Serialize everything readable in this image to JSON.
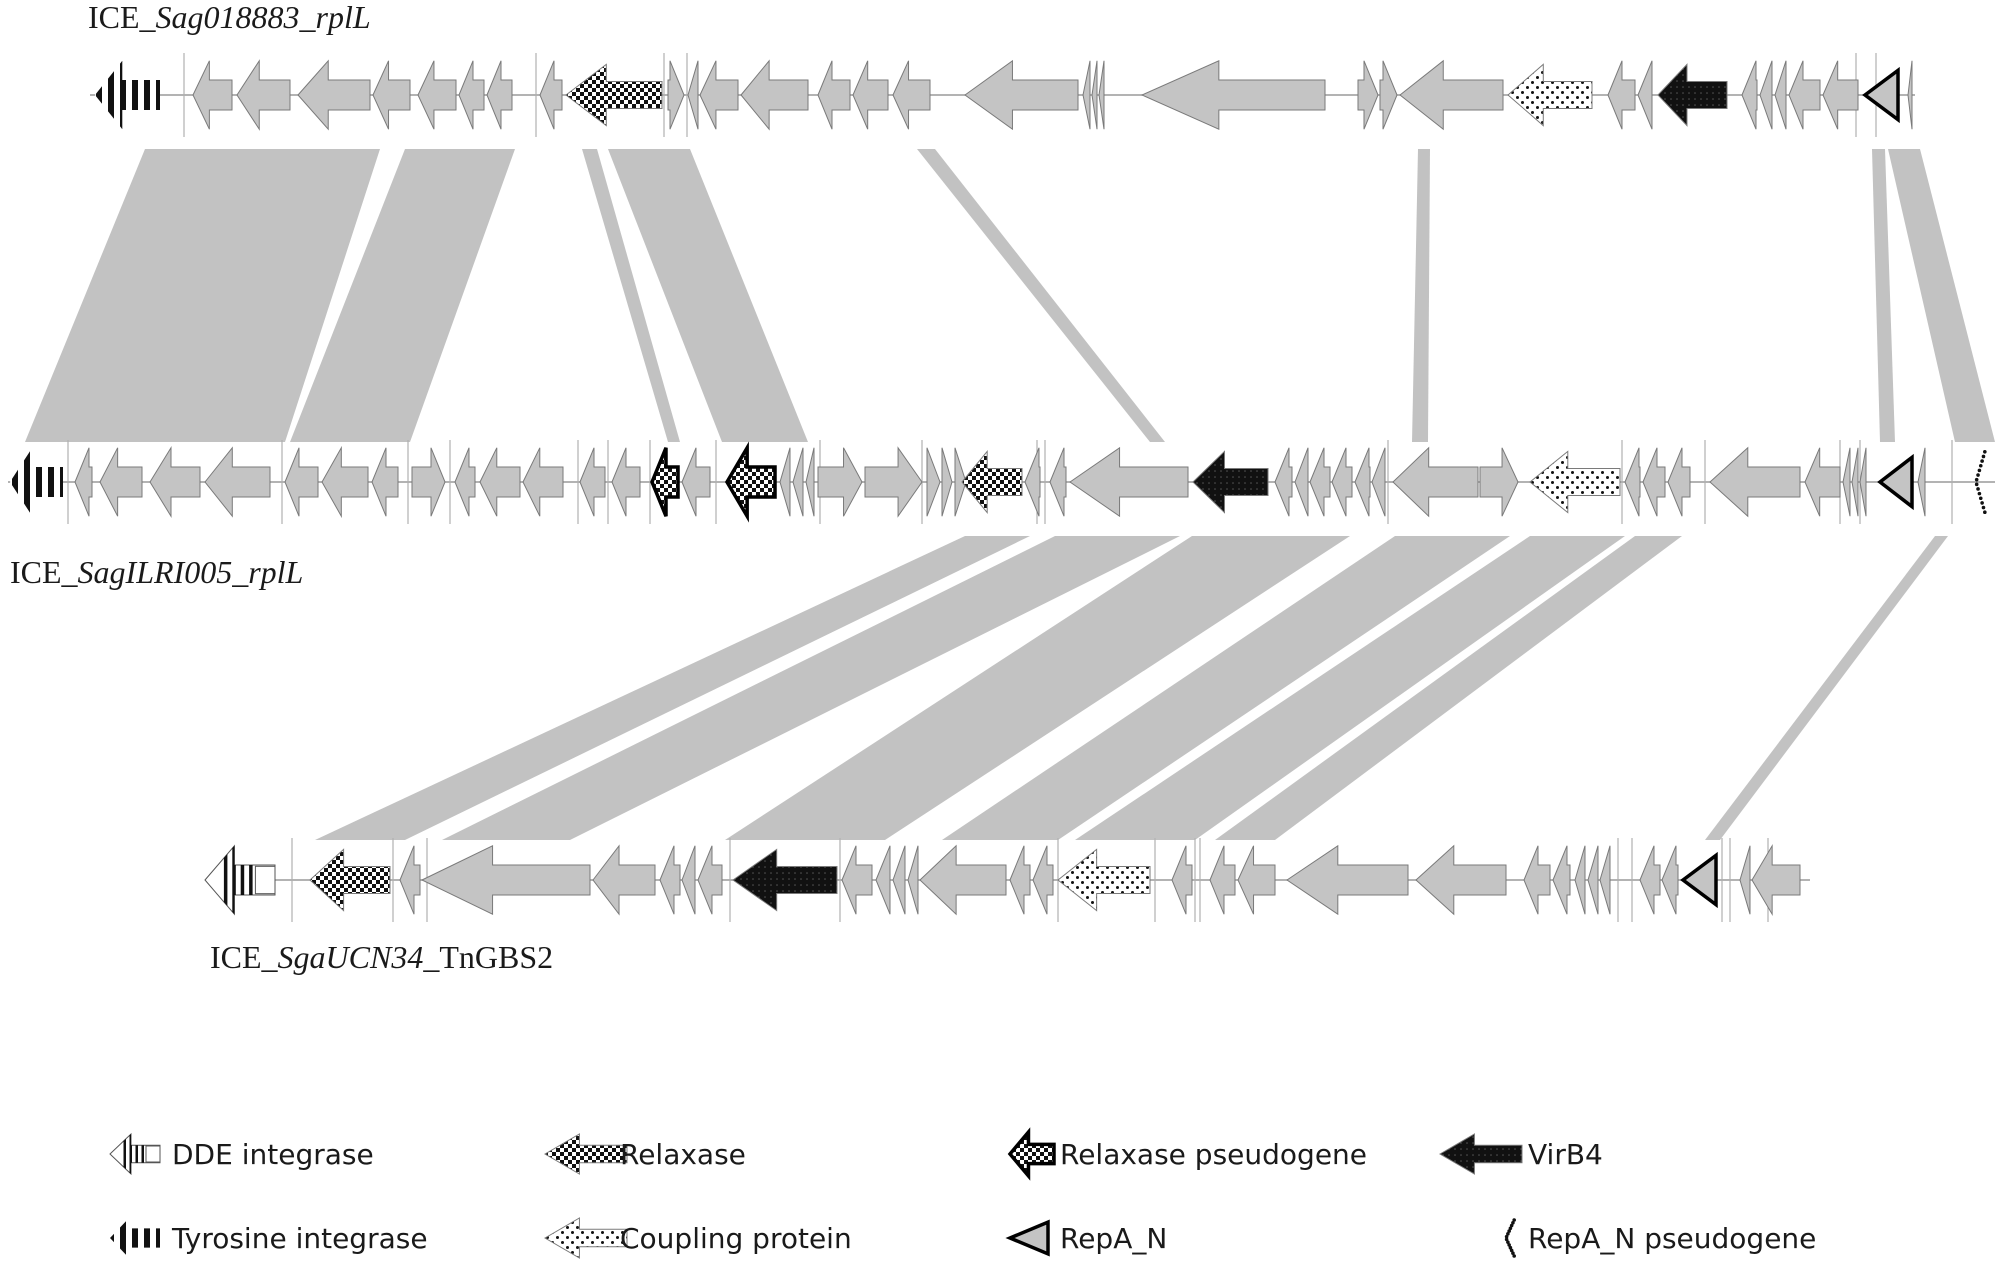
{
  "tracks": [
    {
      "id": "t1",
      "label_prefix": "ICE_",
      "label_italic": "Sag018883_rplL",
      "label_suffix": "",
      "genes": [
        {
          "t": "tyr",
          "s": 95,
          "e": 160,
          "d": -1
        },
        {
          "t": "grey",
          "s": 193,
          "e": 232,
          "d": -1
        },
        {
          "t": "grey",
          "s": 237,
          "e": 290,
          "d": -1
        },
        {
          "t": "grey",
          "s": 298,
          "e": 370,
          "d": -1
        },
        {
          "t": "grey",
          "s": 373,
          "e": 410,
          "d": -1
        },
        {
          "t": "grey",
          "s": 418,
          "e": 456,
          "d": -1
        },
        {
          "t": "grey",
          "s": 459,
          "e": 484,
          "d": -1
        },
        {
          "t": "grey",
          "s": 487,
          "e": 512,
          "d": -1
        },
        {
          "t": "grey",
          "s": 540,
          "e": 562,
          "d": -1
        },
        {
          "t": "relax",
          "s": 566,
          "e": 662,
          "d": -1
        },
        {
          "t": "grey",
          "s": 668,
          "e": 684,
          "d": 1
        },
        {
          "t": "grey",
          "s": 688,
          "e": 698,
          "d": -1
        },
        {
          "t": "grey",
          "s": 700,
          "e": 738,
          "d": -1
        },
        {
          "t": "grey",
          "s": 741,
          "e": 808,
          "d": -1
        },
        {
          "t": "grey",
          "s": 818,
          "e": 850,
          "d": -1
        },
        {
          "t": "grey",
          "s": 853,
          "e": 888,
          "d": -1
        },
        {
          "t": "grey",
          "s": 893,
          "e": 930,
          "d": -1
        },
        {
          "t": "grey",
          "s": 965,
          "e": 1078,
          "d": -1
        },
        {
          "t": "grey",
          "s": 1083,
          "e": 1090,
          "d": -1
        },
        {
          "t": "grey",
          "s": 1092,
          "e": 1097,
          "d": -1
        },
        {
          "t": "grey",
          "s": 1099,
          "e": 1104,
          "d": -1
        },
        {
          "t": "grey",
          "s": 1142,
          "e": 1325,
          "d": -1
        },
        {
          "t": "grey",
          "s": 1358,
          "e": 1378,
          "d": 1
        },
        {
          "t": "grey",
          "s": 1380,
          "e": 1397,
          "d": 1
        },
        {
          "t": "grey",
          "s": 1400,
          "e": 1503,
          "d": -1
        },
        {
          "t": "coupling",
          "s": 1508,
          "e": 1592,
          "d": -1
        },
        {
          "t": "grey",
          "s": 1608,
          "e": 1635,
          "d": -1
        },
        {
          "t": "grey",
          "s": 1638,
          "e": 1652,
          "d": -1
        },
        {
          "t": "virb4",
          "s": 1658,
          "e": 1727,
          "d": -1
        },
        {
          "t": "grey",
          "s": 1742,
          "e": 1757,
          "d": -1
        },
        {
          "t": "grey",
          "s": 1760,
          "e": 1772,
          "d": -1
        },
        {
          "t": "grey",
          "s": 1775,
          "e": 1786,
          "d": -1
        },
        {
          "t": "grey",
          "s": 1789,
          "e": 1820,
          "d": -1
        },
        {
          "t": "grey",
          "s": 1823,
          "e": 1858,
          "d": -1
        },
        {
          "t": "repa",
          "s": 1865,
          "e": 1898,
          "d": -1
        },
        {
          "t": "grey",
          "s": 1908,
          "e": 1912,
          "d": -1
        }
      ],
      "separators": [
        184,
        536,
        664,
        687,
        1856,
        1876
      ]
    },
    {
      "id": "t2",
      "label_prefix": "ICE_",
      "label_italic": "SagILRI005_rplL",
      "label_suffix": "",
      "genes": [
        {
          "t": "tyr",
          "s": 10,
          "e": 63,
          "d": -1
        },
        {
          "t": "grey",
          "s": 75,
          "e": 92,
          "d": -1
        },
        {
          "t": "grey",
          "s": 100,
          "e": 142,
          "d": -1
        },
        {
          "t": "grey",
          "s": 150,
          "e": 200,
          "d": -1
        },
        {
          "t": "grey",
          "s": 205,
          "e": 270,
          "d": -1
        },
        {
          "t": "grey",
          "s": 285,
          "e": 318,
          "d": -1
        },
        {
          "t": "grey",
          "s": 322,
          "e": 368,
          "d": -1
        },
        {
          "t": "grey",
          "s": 372,
          "e": 398,
          "d": -1
        },
        {
          "t": "grey",
          "s": 412,
          "e": 445,
          "d": 1
        },
        {
          "t": "grey",
          "s": 455,
          "e": 475,
          "d": -1
        },
        {
          "t": "grey",
          "s": 480,
          "e": 520,
          "d": -1
        },
        {
          "t": "grey",
          "s": 523,
          "e": 563,
          "d": -1
        },
        {
          "t": "grey",
          "s": 580,
          "e": 605,
          "d": -1
        },
        {
          "t": "grey",
          "s": 612,
          "e": 640,
          "d": -1
        },
        {
          "t": "relaxpseudo",
          "s": 652,
          "e": 678,
          "d": -1
        },
        {
          "t": "grey",
          "s": 682,
          "e": 710,
          "d": -1
        },
        {
          "t": "relaxpseudo",
          "s": 727,
          "e": 775,
          "d": -1
        },
        {
          "t": "grey",
          "s": 780,
          "e": 790,
          "d": -1
        },
        {
          "t": "grey",
          "s": 793,
          "e": 803,
          "d": -1
        },
        {
          "t": "grey",
          "s": 806,
          "e": 814,
          "d": -1
        },
        {
          "t": "grey",
          "s": 818,
          "e": 862,
          "d": 1
        },
        {
          "t": "grey",
          "s": 865,
          "e": 922,
          "d": 1
        },
        {
          "t": "grey",
          "s": 927,
          "e": 940,
          "d": 1
        },
        {
          "t": "grey",
          "s": 942,
          "e": 952,
          "d": 1
        },
        {
          "t": "grey",
          "s": 955,
          "e": 966,
          "d": 1
        },
        {
          "t": "relax",
          "s": 962,
          "e": 1022,
          "d": -1
        },
        {
          "t": "grey",
          "s": 1025,
          "e": 1040,
          "d": -1
        },
        {
          "t": "grey",
          "s": 1050,
          "e": 1066,
          "d": -1
        },
        {
          "t": "grey",
          "s": 1070,
          "e": 1188,
          "d": -1
        },
        {
          "t": "virb4",
          "s": 1193,
          "e": 1268,
          "d": -1
        },
        {
          "t": "grey",
          "s": 1275,
          "e": 1292,
          "d": -1
        },
        {
          "t": "grey",
          "s": 1295,
          "e": 1308,
          "d": -1
        },
        {
          "t": "grey",
          "s": 1310,
          "e": 1330,
          "d": -1
        },
        {
          "t": "grey",
          "s": 1332,
          "e": 1352,
          "d": -1
        },
        {
          "t": "grey",
          "s": 1355,
          "e": 1370,
          "d": -1
        },
        {
          "t": "grey",
          "s": 1372,
          "e": 1385,
          "d": -1
        },
        {
          "t": "grey",
          "s": 1393,
          "e": 1478,
          "d": -1
        },
        {
          "t": "grey",
          "s": 1480,
          "e": 1518,
          "d": 1
        },
        {
          "t": "coupling",
          "s": 1530,
          "e": 1620,
          "d": -1
        },
        {
          "t": "grey",
          "s": 1625,
          "e": 1640,
          "d": -1
        },
        {
          "t": "grey",
          "s": 1643,
          "e": 1665,
          "d": -1
        },
        {
          "t": "grey",
          "s": 1668,
          "e": 1690,
          "d": -1
        },
        {
          "t": "grey",
          "s": 1710,
          "e": 1800,
          "d": -1
        },
        {
          "t": "grey",
          "s": 1805,
          "e": 1840,
          "d": -1
        },
        {
          "t": "grey",
          "s": 1843,
          "e": 1850,
          "d": -1
        },
        {
          "t": "grey",
          "s": 1852,
          "e": 1858,
          "d": -1
        },
        {
          "t": "grey",
          "s": 1860,
          "e": 1866,
          "d": -1
        },
        {
          "t": "repa",
          "s": 1880,
          "e": 1912,
          "d": -1
        },
        {
          "t": "grey",
          "s": 1918,
          "e": 1925,
          "d": -1
        },
        {
          "t": "repapseudo",
          "s": 1970,
          "e": 1988,
          "d": -1
        }
      ],
      "separators": [
        68,
        282,
        408,
        450,
        578,
        608,
        650,
        716,
        820,
        922,
        1037,
        1045,
        1388,
        1622,
        1705,
        1840,
        1860,
        1952
      ]
    },
    {
      "id": "t3",
      "label_prefix": "ICE_",
      "label_italic": "SgaUCN34",
      "label_suffix": "_TnGBS2",
      "genes": [
        {
          "t": "dde",
          "s": 205,
          "e": 275,
          "d": -1
        },
        {
          "t": "relax",
          "s": 310,
          "e": 390,
          "d": -1
        },
        {
          "t": "grey",
          "s": 400,
          "e": 420,
          "d": -1
        },
        {
          "t": "grey",
          "s": 422,
          "e": 590,
          "d": -1
        },
        {
          "t": "grey",
          "s": 593,
          "e": 655,
          "d": -1
        },
        {
          "t": "grey",
          "s": 660,
          "e": 680,
          "d": -1
        },
        {
          "t": "grey",
          "s": 682,
          "e": 695,
          "d": -1
        },
        {
          "t": "grey",
          "s": 698,
          "e": 722,
          "d": -1
        },
        {
          "t": "virb4",
          "s": 733,
          "e": 837,
          "d": -1
        },
        {
          "t": "grey",
          "s": 842,
          "e": 872,
          "d": -1
        },
        {
          "t": "grey",
          "s": 876,
          "e": 890,
          "d": -1
        },
        {
          "t": "grey",
          "s": 893,
          "e": 905,
          "d": -1
        },
        {
          "t": "grey",
          "s": 908,
          "e": 918,
          "d": -1
        },
        {
          "t": "grey",
          "s": 920,
          "e": 1006,
          "d": -1
        },
        {
          "t": "grey",
          "s": 1010,
          "e": 1030,
          "d": -1
        },
        {
          "t": "grey",
          "s": 1033,
          "e": 1053,
          "d": -1
        },
        {
          "t": "coupling",
          "s": 1058,
          "e": 1150,
          "d": -1
        },
        {
          "t": "grey",
          "s": 1172,
          "e": 1192,
          "d": -1
        },
        {
          "t": "grey",
          "s": 1210,
          "e": 1235,
          "d": -1
        },
        {
          "t": "grey",
          "s": 1238,
          "e": 1275,
          "d": -1
        },
        {
          "t": "grey",
          "s": 1287,
          "e": 1408,
          "d": -1
        },
        {
          "t": "grey",
          "s": 1416,
          "e": 1506,
          "d": -1
        },
        {
          "t": "grey",
          "s": 1524,
          "e": 1550,
          "d": -1
        },
        {
          "t": "grey",
          "s": 1553,
          "e": 1570,
          "d": -1
        },
        {
          "t": "grey",
          "s": 1575,
          "e": 1585,
          "d": -1
        },
        {
          "t": "grey",
          "s": 1588,
          "e": 1598,
          "d": -1
        },
        {
          "t": "grey",
          "s": 1600,
          "e": 1610,
          "d": -1
        },
        {
          "t": "grey",
          "s": 1640,
          "e": 1660,
          "d": -1
        },
        {
          "t": "grey",
          "s": 1662,
          "e": 1678,
          "d": -1
        },
        {
          "t": "repa",
          "s": 1683,
          "e": 1716,
          "d": -1
        },
        {
          "t": "grey",
          "s": 1740,
          "e": 1750,
          "d": -1
        },
        {
          "t": "grey",
          "s": 1752,
          "e": 1800,
          "d": -1
        }
      ],
      "separators": [
        292,
        393,
        427,
        730,
        840,
        1058,
        1155,
        1195,
        1200,
        1618,
        1632,
        1722,
        1730,
        1768
      ]
    }
  ],
  "links": [
    {
      "from": "t1",
      "to": "t2",
      "a1": [
        145,
        380
      ],
      "a2": [
        25,
        285
      ]
    },
    {
      "from": "t1",
      "to": "t2",
      "a1": [
        405,
        515
      ],
      "a2": [
        290,
        410
      ]
    },
    {
      "from": "t1",
      "to": "t2",
      "a1": [
        582,
        597
      ],
      "a2": [
        668,
        680
      ]
    },
    {
      "from": "t1",
      "to": "t2",
      "a1": [
        608,
        690
      ],
      "a2": [
        722,
        808
      ]
    },
    {
      "from": "t1",
      "to": "t2",
      "a1": [
        917,
        935
      ],
      "a2": [
        1150,
        1165
      ]
    },
    {
      "from": "t1",
      "to": "t2",
      "a1": [
        1418,
        1430
      ],
      "a2": [
        1412,
        1428
      ]
    },
    {
      "from": "t1",
      "to": "t2",
      "a1": [
        1872,
        1885
      ],
      "a2": [
        1880,
        1895
      ]
    },
    {
      "from": "t1",
      "to": "t2",
      "a1": [
        1888,
        1920
      ],
      "a2": [
        1955,
        1995
      ]
    },
    {
      "from": "t2",
      "to": "t3",
      "a1": [
        965,
        1030
      ],
      "a2": [
        315,
        405
      ]
    },
    {
      "from": "t2",
      "to": "t3",
      "a1": [
        1055,
        1180
      ],
      "a2": [
        442,
        570
      ]
    },
    {
      "from": "t2",
      "to": "t3",
      "a1": [
        1192,
        1350
      ],
      "a2": [
        725,
        885
      ]
    },
    {
      "from": "t2",
      "to": "t3",
      "a1": [
        1395,
        1510
      ],
      "a2": [
        942,
        1058
      ]
    },
    {
      "from": "t2",
      "to": "t3",
      "a1": [
        1530,
        1625
      ],
      "a2": [
        1075,
        1195
      ]
    },
    {
      "from": "t2",
      "to": "t3",
      "a1": [
        1635,
        1682
      ],
      "a2": [
        1215,
        1275
      ]
    },
    {
      "from": "t2",
      "to": "t3",
      "a1": [
        1935,
        1948
      ],
      "a2": [
        1705,
        1720
      ]
    }
  ],
  "legend": [
    {
      "type": "dde",
      "label": "DDE integrase"
    },
    {
      "type": "relax",
      "label": "Relaxase"
    },
    {
      "type": "relaxpseudo",
      "label": "Relaxase pseudogene"
    },
    {
      "type": "virb4",
      "label": "VirB4"
    },
    {
      "type": "tyr",
      "label": "Tyrosine integrase"
    },
    {
      "type": "coupling",
      "label": "Coupling protein"
    },
    {
      "type": "repa",
      "label": "RepA_N"
    },
    {
      "type": "repapseudo",
      "label": "RepA_N pseudogene"
    }
  ],
  "colors": {
    "gene_fill": "#c4c4c4",
    "gene_stroke": "#7a7a7a",
    "link_fill": "#c2c2c2",
    "dark": "#111111"
  }
}
